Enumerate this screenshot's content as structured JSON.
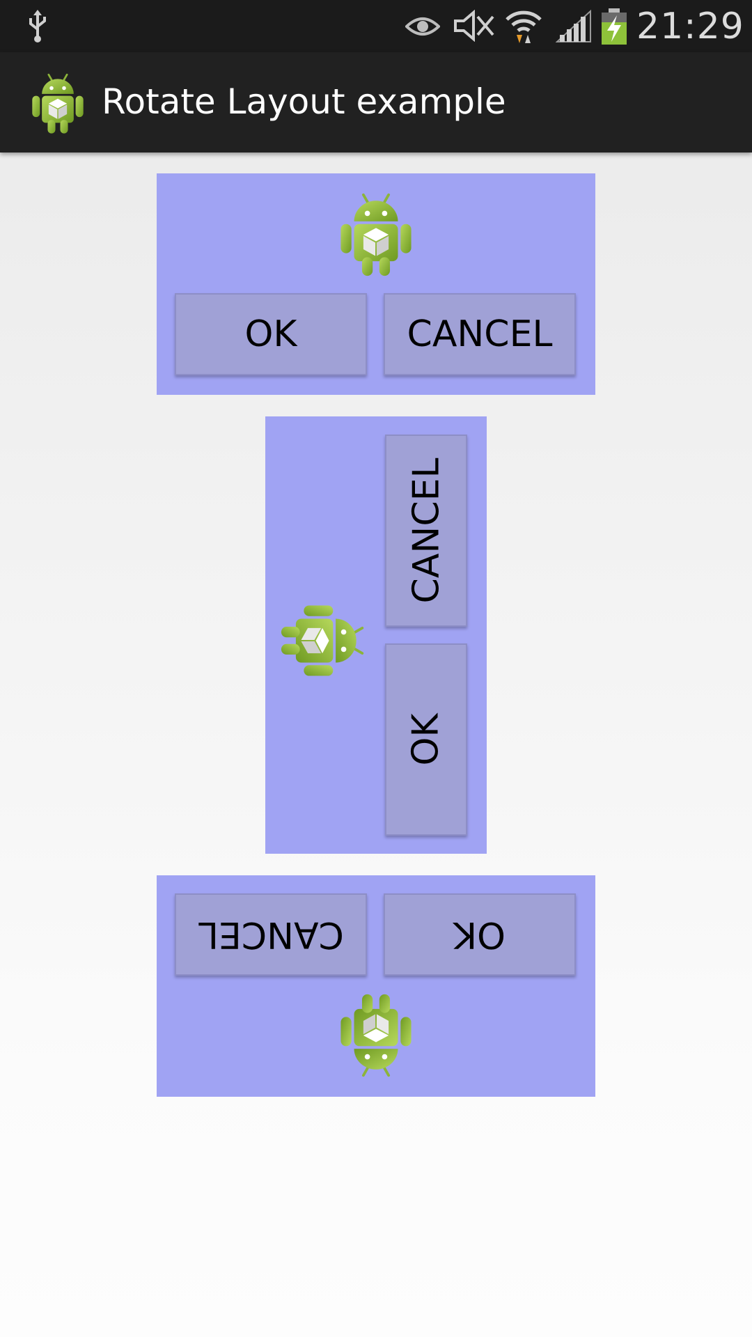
{
  "status_bar": {
    "time": "21:29",
    "icons": [
      "usb-icon",
      "eye-icon",
      "mute-icon",
      "wifi-icon",
      "signal-icon",
      "battery-charging-icon"
    ]
  },
  "action_bar": {
    "title": "Rotate Layout example",
    "icon": "android-robot-icon"
  },
  "panels": [
    {
      "rotation": 0,
      "ok_label": "OK",
      "cancel_label": "CANCEL"
    },
    {
      "rotation": 90,
      "ok_label": "OK",
      "cancel_label": "CANCEL"
    },
    {
      "rotation": 180,
      "ok_label": "OK",
      "cancel_label": "CANCEL"
    }
  ],
  "colors": {
    "panel": "#a0a3f3",
    "button": "#a0a1d6",
    "status_bar": "#1b1b1b",
    "action_bar": "#212121",
    "robot_green": "#98c13a"
  }
}
